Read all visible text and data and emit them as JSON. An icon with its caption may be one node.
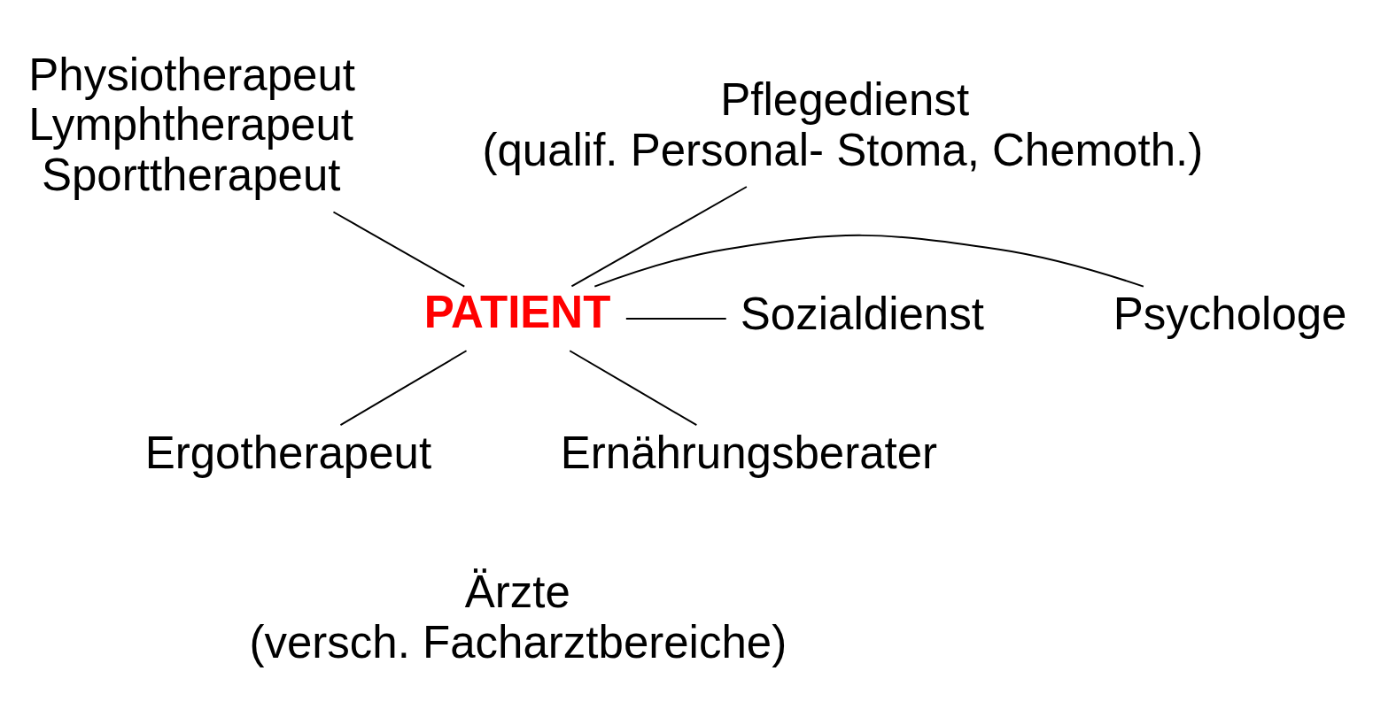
{
  "diagram": {
    "nodes": [
      {
        "text": [
          "PATIENT"
        ]
      },
      {
        "text": [
          "Physiotherapeut",
          "Lymphtherapeut",
          "Sporttherapeut"
        ]
      },
      {
        "text": [
          "Pflegedienst",
          "(qualif. Personal- Stoma, Chemoth.)"
        ]
      },
      {
        "text": [
          "Psychologe"
        ]
      },
      {
        "text": [
          "Sozialdienst"
        ]
      },
      {
        "text": [
          "Ergotherapeut"
        ]
      },
      {
        "text": [
          "Ernährungsberater"
        ]
      }
    ],
    "edges": [
      {
        "from": 0,
        "to": 1,
        "arrow": "none"
      },
      {
        "from": 0,
        "to": 2,
        "arrow": "none"
      },
      {
        "from": 0,
        "to": 3,
        "arrow": "none"
      },
      {
        "from": 0,
        "to": 4,
        "arrow": "none"
      },
      {
        "from": 0,
        "to": 5,
        "arrow": "none"
      },
      {
        "from": 0,
        "to": 6,
        "arrow": "none"
      }
    ],
    "labels": [
      "Ärzte",
      "(versch. Facharztbereiche)"
    ]
  }
}
